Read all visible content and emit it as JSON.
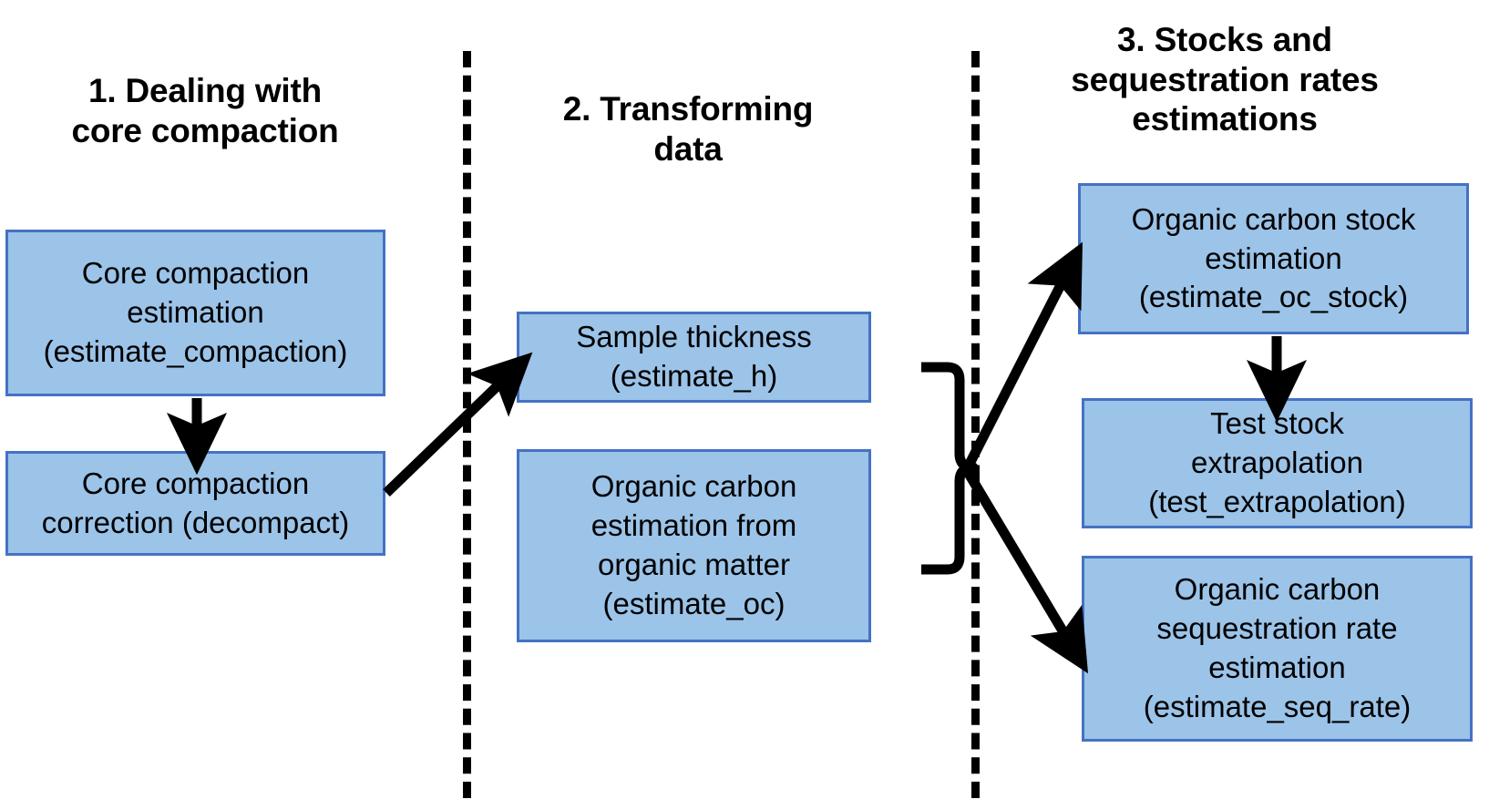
{
  "figure": {
    "type": "flowchart",
    "background": "#ffffff",
    "node_fill": "#9CC3E8",
    "node_border": "#4472C4",
    "connector_color": "#000000",
    "divider_style": "dashed-vertical"
  },
  "columns": [
    {
      "id": "col1",
      "title": "1. Dealing with\ncore compaction",
      "nodes": [
        {
          "id": "n1",
          "label": "Core compaction\nestimation\n(estimate_compaction)"
        },
        {
          "id": "n2",
          "label": "Core compaction\ncorrection (decompact)"
        }
      ]
    },
    {
      "id": "col2",
      "title": "2. Transforming\ndata",
      "nodes": [
        {
          "id": "n3",
          "label": "Sample thickness\n(estimate_h)"
        },
        {
          "id": "n4",
          "label": "Organic carbon\nestimation from\norganic matter\n(estimate_oc)"
        }
      ]
    },
    {
      "id": "col3",
      "title": "3. Stocks and\nsequestration rates\nestimations",
      "nodes": [
        {
          "id": "n5",
          "label": "Organic carbon stock\nestimation\n(estimate_oc_stock)"
        },
        {
          "id": "n6",
          "label": "Test stock\nextrapolation\n(test_extrapolation)"
        },
        {
          "id": "n7",
          "label": "Organic carbon\nsequestration rate\nestimation\n(estimate_seq_rate)"
        }
      ]
    }
  ],
  "connectors": [
    {
      "id": "e1",
      "from": "n1",
      "to": "n2",
      "kind": "arrow-down"
    },
    {
      "id": "e2",
      "from": "n2",
      "to": "n3",
      "kind": "arrow-diagonal-up-right"
    },
    {
      "id": "e3",
      "from": "n3,n4",
      "to": "brace",
      "kind": "curly-brace-right"
    },
    {
      "id": "e4",
      "from": "brace",
      "to": "n5",
      "kind": "arrow-diagonal-up-right"
    },
    {
      "id": "e5",
      "from": "brace",
      "to": "n7",
      "kind": "arrow-diagonal-down-right"
    },
    {
      "id": "e6",
      "from": "n5",
      "to": "n6",
      "kind": "arrow-down"
    }
  ],
  "dividers": [
    {
      "id": "d1",
      "label": "divider-between-stage-1-and-2"
    },
    {
      "id": "d2",
      "label": "divider-between-stage-2-and-3"
    }
  ]
}
